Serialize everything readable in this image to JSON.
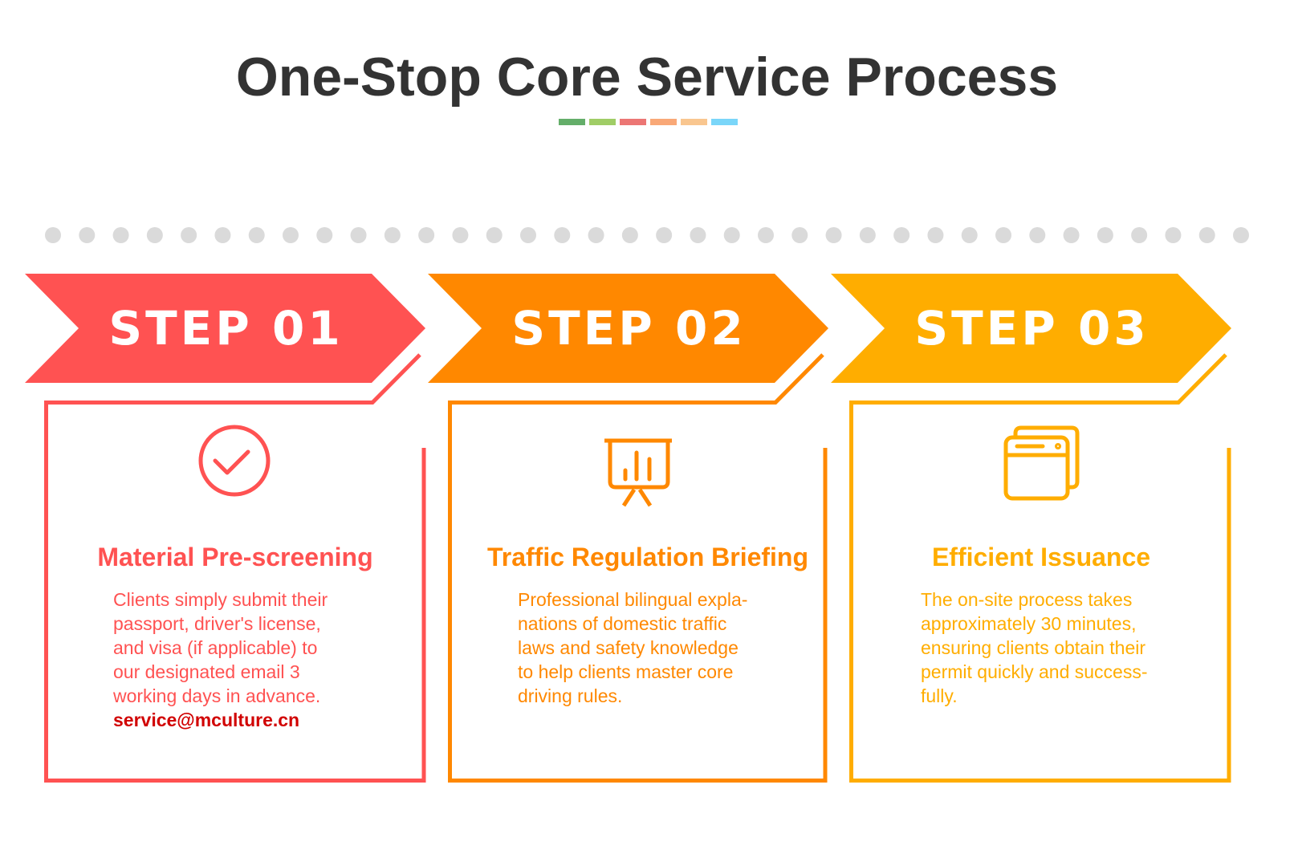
{
  "title": "One-Stop Core Service Process",
  "color_bars": [
    "#64AE6A",
    "#A0CD66",
    "#EC7674",
    "#F9A877",
    "#F9C68F",
    "#7AD6F9"
  ],
  "dots": {
    "count": 36,
    "color": "#DADADA"
  },
  "steps": [
    {
      "label": "STEP 01",
      "color": "#FF5252",
      "icon": "check-circle-icon",
      "title": "Material Pre-screening",
      "body_lines": [
        "Clients simply submit their",
        "passport, driver's license,",
        "and visa (if applicable) to",
        "our designated email 3",
        "working days in advance."
      ],
      "email": "service@mculture.cn",
      "email_color": "#D10000"
    },
    {
      "label": "STEP 02",
      "color": "#FF8800",
      "icon": "presentation-board-icon",
      "title": "Traffic Regulation Briefing",
      "body_lines": [
        "Professional bilingual expla-",
        "nations of domestic traffic",
        "laws and safety knowledge",
        "to help clients master core",
        "driving rules."
      ]
    },
    {
      "label": "STEP 03",
      "color": "#FFAD00",
      "icon": "stacked-windows-icon",
      "title": "Efficient Issuance",
      "body_lines": [
        "The on-site process takes",
        "approximately 30 minutes,",
        "ensuring clients obtain their",
        "permit quickly and success-",
        "fully."
      ]
    }
  ]
}
